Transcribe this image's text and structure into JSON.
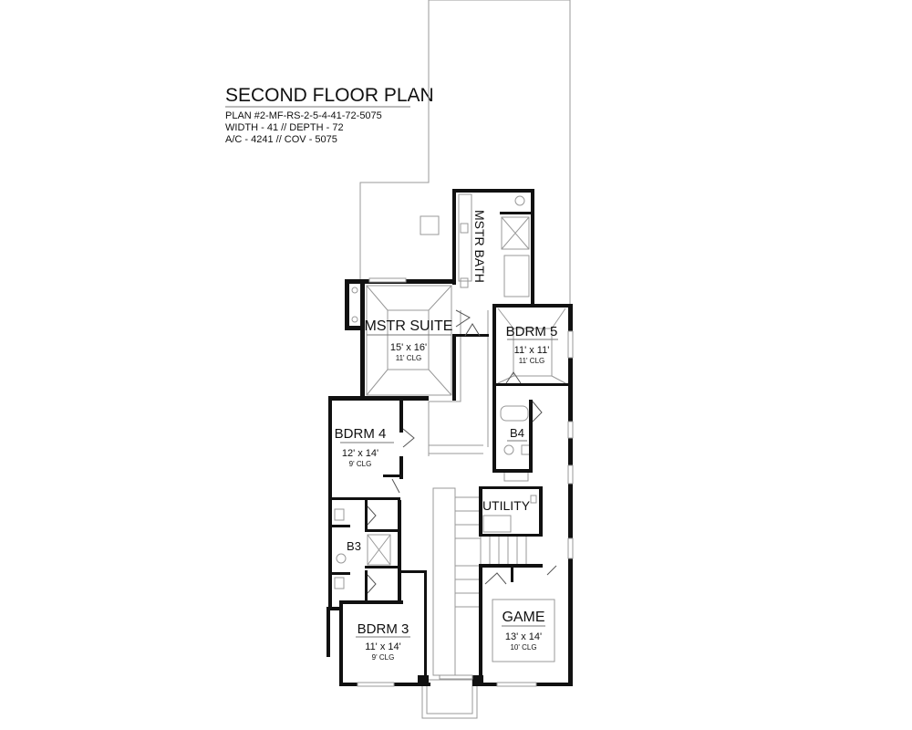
{
  "header": {
    "title": "SECOND FLOOR PLAN",
    "plan_number": "PLAN #2-MF-RS-2-5-4-41-72-5075",
    "dimensions": "WIDTH - 41 // DEPTH - 72",
    "area": "A/C - 4241 // COV - 5075"
  },
  "rooms": {
    "mstr_bath": {
      "name": "MSTR BATH"
    },
    "mstr_suite": {
      "name": "MSTR SUITE",
      "size": "15' x 16'",
      "ceiling": "11' CLG"
    },
    "bdrm5": {
      "name": "BDRM 5",
      "size": "11' x 11'",
      "ceiling": "11' CLG"
    },
    "b4": {
      "name": "B4"
    },
    "bdrm4": {
      "name": "BDRM 4",
      "size": "12' x 14'",
      "ceiling": "9' CLG"
    },
    "utility": {
      "name": "UTILITY"
    },
    "b3": {
      "name": "B3"
    },
    "bdrm3": {
      "name": "BDRM 3",
      "size": "11' x 14'",
      "ceiling": "9' CLG"
    },
    "game": {
      "name": "GAME",
      "size": "13' x 14'",
      "ceiling": "10' CLG"
    }
  }
}
